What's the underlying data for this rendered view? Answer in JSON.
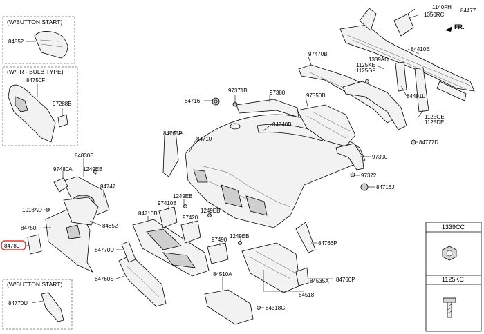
{
  "insets": {
    "button_start_top": {
      "title": "(W/BUTTON START)",
      "part": "84852"
    },
    "fr_bulb": {
      "title": "(W/FR - BULB TYPE)",
      "parts": [
        "84750F",
        "97288B"
      ]
    },
    "button_start_bottom": {
      "title": "(W/BUTTON START)",
      "part": "84770U"
    }
  },
  "direction_label": "FR.",
  "labels": {
    "l_1140FH": "1140FH",
    "l_1350RC": "1350RC",
    "l_84477": "84477",
    "l_84410E": "84410E",
    "l_97470B": "97470B",
    "l_1339AD": "1339AD",
    "l_1125KE": "1125KE",
    "l_1125GF": "1125GF",
    "l_84491L": "84491L",
    "l_1125GE": "1125GE",
    "l_1125DE": "1125DE",
    "l_84777D": "84777D",
    "l_97371B": "97371B",
    "l_97380": "97380",
    "l_97350B": "97350B",
    "l_84716I": "84716I",
    "l_84740B": "84740B",
    "l_84765P": "84765P",
    "l_84710": "84710",
    "l_97390": "97390",
    "l_97372": "97372",
    "l_84716J": "84716J",
    "l_84830B": "84830B",
    "l_97480A": "97480A",
    "l_1249EB_a": "1249EB",
    "l_84747": "84747",
    "l_1018AD": "1018AD",
    "l_84750F": "84750F",
    "l_84780": "84780",
    "l_84852": "84852",
    "l_1249EB_b": "1249EB",
    "l_97410B": "97410B",
    "l_84710B": "84710B",
    "l_1249EB_c": "1249EB",
    "l_97420": "97420",
    "l_97490": "97490",
    "l_1249EB_d": "1249EB",
    "l_84770U": "84770U",
    "l_84760S": "84760S",
    "l_84510A": "84510A",
    "l_84535A": "84535A",
    "l_84760P": "84760P",
    "l_84518": "84518",
    "l_84518G": "84518G",
    "l_84766P": "84766P"
  },
  "highlight": {
    "part": "84780",
    "color": "#e53935"
  },
  "fastener_table": [
    {
      "code": "1339CC",
      "icon": "nut-icon"
    },
    {
      "code": "1125KC",
      "icon": "bolt-icon"
    }
  ]
}
